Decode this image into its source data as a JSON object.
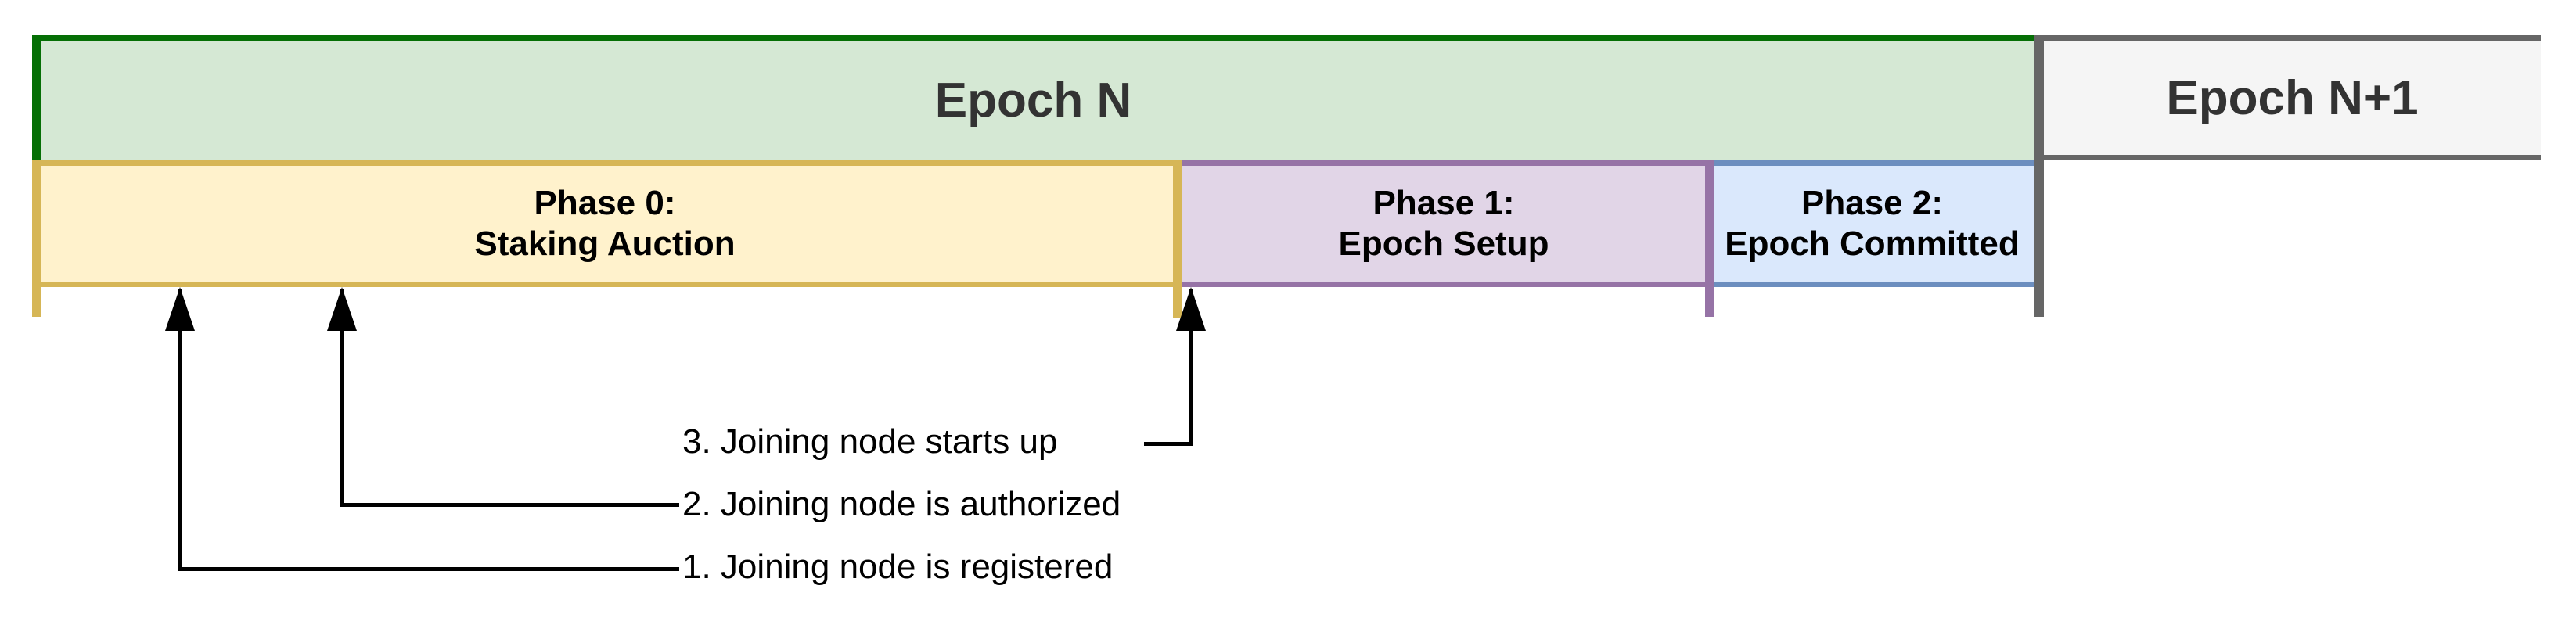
{
  "epochs": [
    {
      "label": "Epoch N"
    },
    {
      "label": "Epoch N+1"
    }
  ],
  "phases": [
    {
      "title": "Phase 0:",
      "subtitle": "Staking Auction"
    },
    {
      "title": "Phase 1:",
      "subtitle": "Epoch Setup"
    },
    {
      "title": "Phase 2:",
      "subtitle": "Epoch Committed"
    }
  ],
  "annotations": [
    {
      "label": "1. Joining node is registered"
    },
    {
      "label": "2. Joining node is authorized"
    },
    {
      "label": "3. Joining node starts up"
    }
  ],
  "colors": {
    "epoch_n_fill": "#d5e8d4",
    "epoch_n_border": "#056f05",
    "epoch_n1_fill": "#f5f5f5",
    "epoch_n1_border": "#666666",
    "phase0_fill": "#fff2cc",
    "phase0_border": "#d6b656",
    "phase1_fill": "#e1d5e7",
    "phase1_border": "#9673a6",
    "phase2_fill": "#dae8fc",
    "phase2_border": "#6c8ebf",
    "epoch_text": "#333333",
    "phase_text": "#000000",
    "annotation_line": "#000000"
  }
}
